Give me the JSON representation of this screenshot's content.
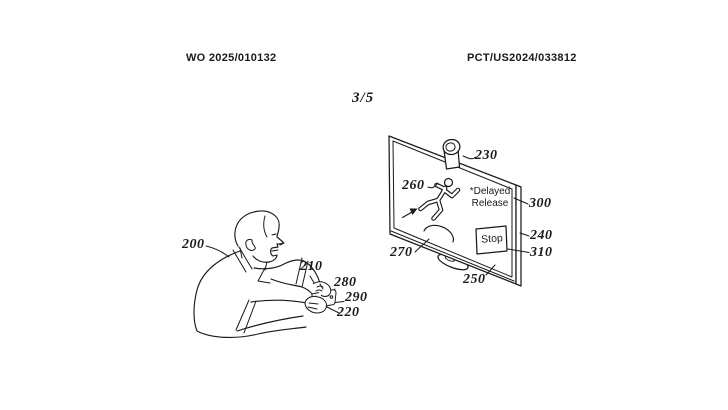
{
  "page": {
    "header_left": "WO 2025/010132",
    "header_right": "PCT/US2024/033812",
    "figure_page": "3/5"
  },
  "figure": {
    "screen_annotation": "*Delayed\nRelease",
    "stop_button_label": "Stop",
    "icons": {
      "camera": "camera-icon",
      "runner": "running-player-icon",
      "direction_arrow": "arrow-icon",
      "person": "seated-player-figure",
      "controller": "gamepad-figure",
      "display": "tv-display-figure"
    },
    "labels": [
      {
        "ref": "200"
      },
      {
        "ref": "210"
      },
      {
        "ref": "280"
      },
      {
        "ref": "290"
      },
      {
        "ref": "220"
      },
      {
        "ref": "230"
      },
      {
        "ref": "260"
      },
      {
        "ref": "300"
      },
      {
        "ref": "240"
      },
      {
        "ref": "310"
      },
      {
        "ref": "270"
      },
      {
        "ref": "250"
      }
    ]
  },
  "colors": {
    "ink": "#1a1a1a",
    "background": "#ffffff"
  }
}
